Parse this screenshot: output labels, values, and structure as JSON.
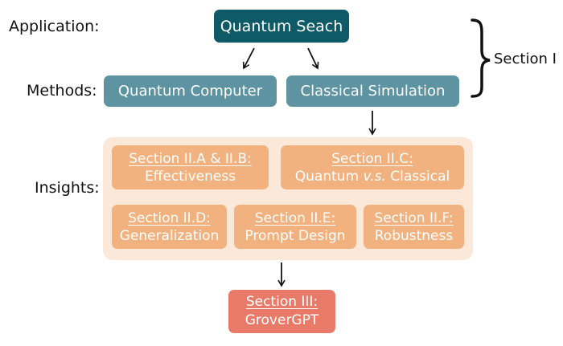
{
  "rows": {
    "application": "Application:",
    "methods": "Methods:",
    "insights": "Insights:"
  },
  "application_box": "Quantum Seach",
  "methods": {
    "quantum": "Quantum Computer",
    "classical": "Classical Simulation"
  },
  "insights": {
    "effectiveness": {
      "title": "Section II.A & II.B:",
      "body": "Effectiveness"
    },
    "comparison": {
      "title": "Section II.C:",
      "body_pre": "Quantum ",
      "body_em": "v.s.",
      "body_post": " Classical"
    },
    "generalization": {
      "title": "Section II.D:",
      "body": "Generalization"
    },
    "prompt": {
      "title": "Section II.E:",
      "body": "Prompt Design"
    },
    "robustness": {
      "title": "Section II.F:",
      "body": "Robustness"
    }
  },
  "result": {
    "title": "Section III:",
    "body": "GroverGPT"
  },
  "brace_label": "Section I",
  "colors": {
    "dark_teal": "#0e5a66",
    "teal": "#5e93a2",
    "panel": "#fbe8d8",
    "orange": "#f2b27f",
    "salmon": "#e87a67"
  }
}
